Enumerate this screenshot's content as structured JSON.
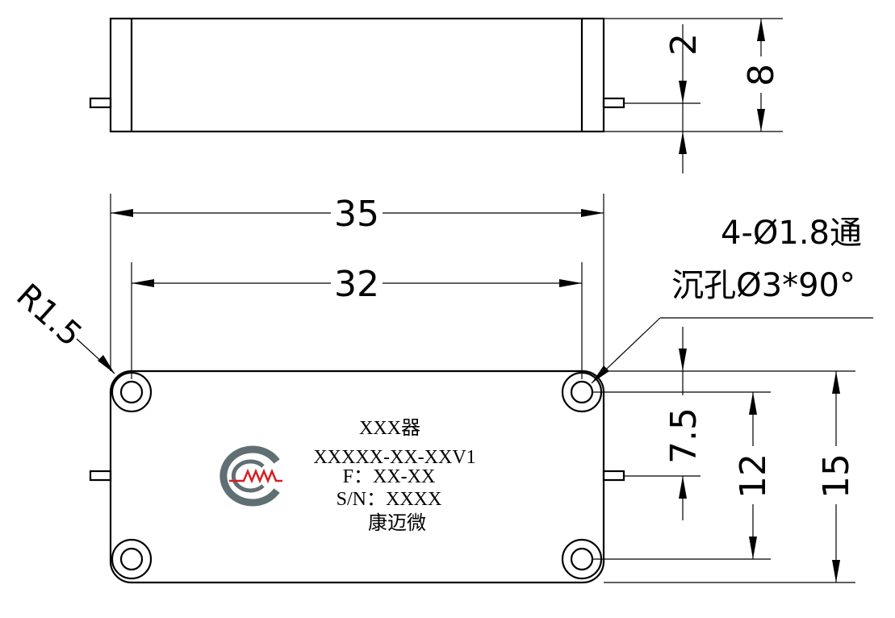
{
  "dimensions": {
    "top_pin_height": "2",
    "top_body_height": "8",
    "overall_length": "35",
    "hole_spacing": "32",
    "corner_radius": "R1.5",
    "pin_offset": "7.5",
    "hole_pitch_vertical": "12",
    "body_width": "15"
  },
  "hole_note": {
    "line1": "4-Ø1.8通",
    "line2": "沉孔Ø3*90°"
  },
  "label": {
    "line1": "XXX器",
    "line2": "XXXXX-XX-XXV1",
    "line3": "F：XX-XX",
    "line4": "S/N：XXXX",
    "line5": "康迈微"
  },
  "colors": {
    "logo_outer": "#5f6f73",
    "logo_wave": "#d42020"
  }
}
